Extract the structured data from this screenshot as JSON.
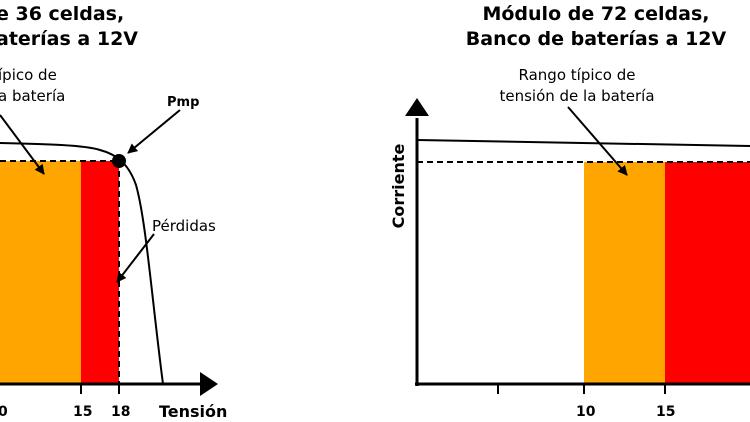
{
  "left_panel": {
    "title_line1": "e 36 celdas,",
    "title_line2": "aterías a 12V",
    "range_label_line1": "ípico de",
    "range_label_line2": "a batería",
    "pmp_label": "Pmp",
    "losses_label": "Pérdidas",
    "x_ticks": [
      "0",
      "15",
      "18"
    ],
    "x_axis_title": "Tensión"
  },
  "right_panel": {
    "title_line1": "Módulo de 72 celdas,",
    "title_line2": "Banco de baterías a 12V",
    "range_label_line1": "Rango típico de",
    "range_label_line2": "tensión de la batería",
    "y_axis_title": "Corriente",
    "x_ticks": [
      "10",
      "15"
    ]
  },
  "colors": {
    "battery_range": "#FFA500",
    "losses": "#FF0000",
    "line": "#000000"
  }
}
